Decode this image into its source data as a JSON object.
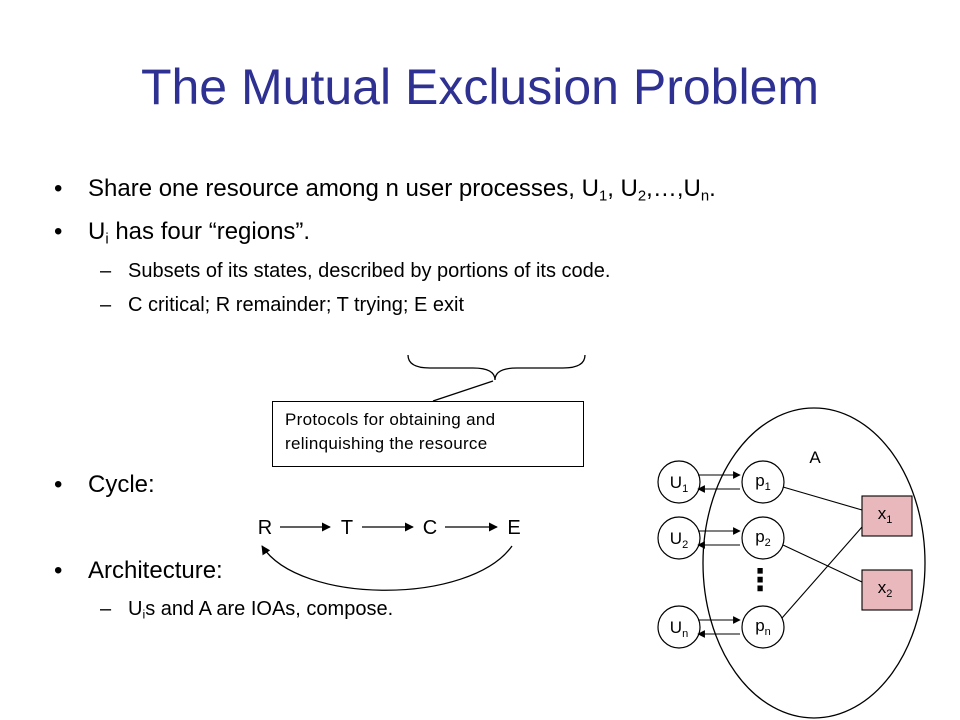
{
  "title": "The Mutual Exclusion Problem",
  "bullets": {
    "b1_prefix": "Share one resource among n user processes, U",
    "b1_sub1": "1",
    "b1_mid1": ", U",
    "b1_sub2": "2",
    "b1_mid2": ",…,U",
    "b1_subn": "n",
    "b1_suffix": ".",
    "b2_prefix": "U",
    "b2_sub": "i",
    "b2_suffix": " has four “regions”.",
    "b2_sub1": "Subsets of its states, described by portions of its code.",
    "b2_sub2": "C critical; R remainder; T trying; E exit",
    "b3": "Cycle:",
    "b4": "Architecture:",
    "b4_sub_prefix": "U",
    "b4_sub_sub": "i",
    "b4_sub_suffix": "s and A are IOAs, compose."
  },
  "callout_text": "Protocols for obtaining and relinquishing the resource",
  "cycle": {
    "r": "R",
    "t": "T",
    "c": "C",
    "e": "E"
  },
  "architecture": {
    "automaton_label": "A",
    "users": [
      {
        "base": "U",
        "sub": "1"
      },
      {
        "base": "U",
        "sub": "2"
      },
      {
        "base": "U",
        "sub": "n"
      }
    ],
    "ports": [
      {
        "base": "p",
        "sub": "1"
      },
      {
        "base": "p",
        "sub": "2"
      },
      {
        "base": "p",
        "sub": "n"
      }
    ],
    "vars": [
      {
        "base": "x",
        "sub": "1"
      },
      {
        "base": "x",
        "sub": "2"
      }
    ],
    "ellipsis": "⋮",
    "colors": {
      "var_fill": "#e8b8bd",
      "title": "#2e3192"
    }
  }
}
